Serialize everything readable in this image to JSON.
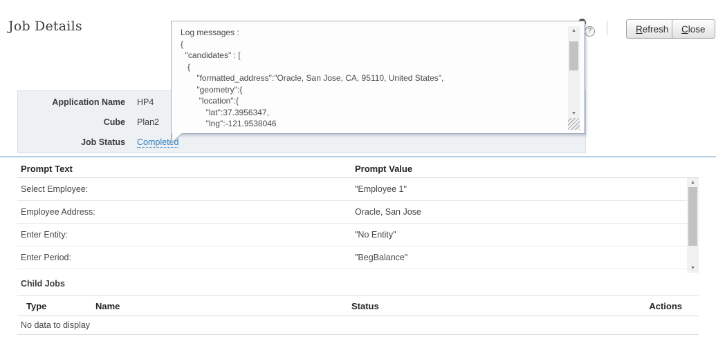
{
  "page": {
    "title": "Job Details"
  },
  "header": {
    "refresh_button": {
      "key": "R",
      "rest": "efresh"
    },
    "close_button": {
      "key": "C",
      "rest": "lose"
    },
    "help_icon_glyph": "?"
  },
  "log_popup": {
    "title_line": "Log messages :",
    "lines": [
      "Log messages :",
      "{",
      "  \"candidates\" : [",
      "   {",
      "       \"formatted_address\":\"Oracle, San Jose, CA, 95110, United States\",",
      "       \"geometry\":{",
      "        \"location\":{",
      "           \"lat\":37.3956347,",
      "           \"lng\":-121.9538046"
    ],
    "scroll_up_glyph": "▲",
    "scroll_down_glyph": "▼"
  },
  "job_info": {
    "application_name": {
      "label": "Application Name",
      "value": "HP4"
    },
    "cube": {
      "label": "Cube",
      "value": "Plan2"
    },
    "job_status": {
      "label": "Job Status",
      "value": "Completed"
    }
  },
  "prompt_table": {
    "headers": {
      "text": "Prompt Text",
      "value": "Prompt Value"
    },
    "rows": [
      {
        "text": "Select Employee:",
        "value": "\"Employee 1\""
      },
      {
        "text": "Employee Address:",
        "value": "Oracle, San Jose"
      },
      {
        "text": "Enter Entity:",
        "value": "\"No Entity\""
      },
      {
        "text": "Enter Period:",
        "value": "\"BegBalance\""
      }
    ],
    "scroll_up_glyph": "▲",
    "scroll_down_glyph": "▼"
  },
  "child_jobs": {
    "title": "Child Jobs",
    "headers": {
      "type": "Type",
      "name": "Name",
      "status": "Status",
      "actions": "Actions"
    },
    "empty_message": "No data to display"
  },
  "colors": {
    "status_link_blue": "#2e7cbe",
    "panel_background": "#eef1f4",
    "section_divider_blue": "#b3cfe6"
  }
}
